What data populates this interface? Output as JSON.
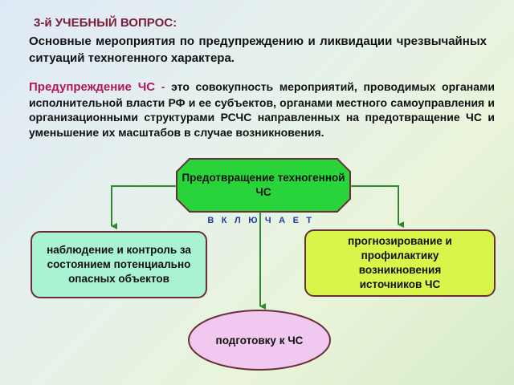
{
  "question_label": "3-й УЧЕБНЫЙ ВОПРОС:",
  "question_title": "Основные мероприятия по предупреждению и  ликвидации чрезвычайных ситуаций техногенного характера.",
  "definition": {
    "term": "Предупреждение ЧС",
    "dash": " - ",
    "text": "это совокупность мероприятий, проводимых органами исполнительной власти РФ и ее субъектов, органами местного самоуправления и организационными структурами РСЧС направленных на предотвращение ЧС и уменьшение их масштабов в случае возникновения."
  },
  "diagram": {
    "main_node": "Предотвращение техногенной ЧС",
    "connector_label": "ВКЛЮЧАЕТ",
    "left_node": "наблюдение и контроль за состоянием потенциально опасных объектов",
    "right_node": "прогнозирование и профилактику возникновения источников ЧС",
    "bottom_node": "подготовку к ЧС"
  },
  "colors": {
    "main_fill": "#29d43b",
    "left_fill": "#a9f2d2",
    "right_fill": "#d8f549",
    "bottom_fill": "#f0c8f0",
    "border": "#6a2e3a",
    "connector": "#2e8a2e",
    "accent_term": "#b0185a",
    "connector_label": "#1c3aa8"
  }
}
